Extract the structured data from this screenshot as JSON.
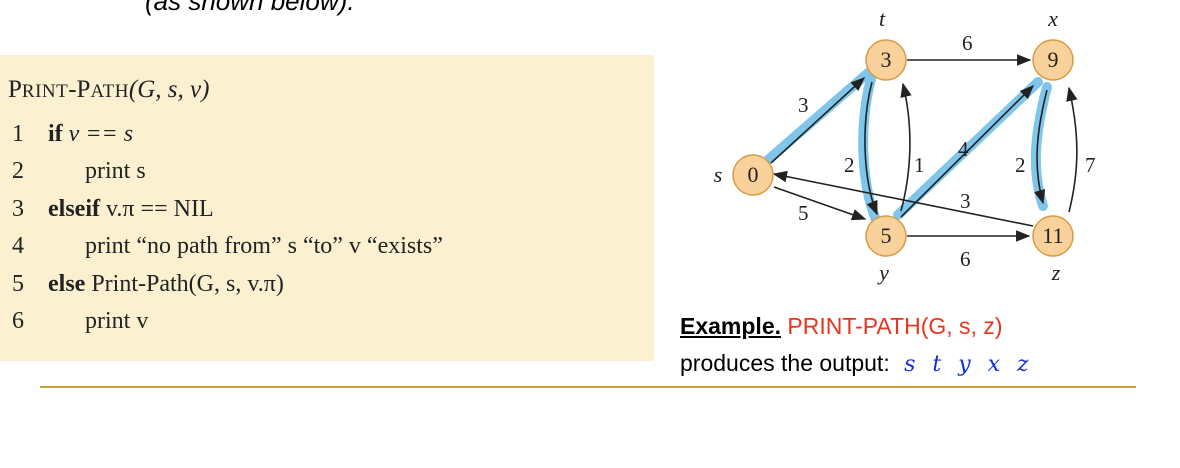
{
  "header": {
    "cut_text": "(as shown below)."
  },
  "procedure": {
    "name": "Print-Path",
    "params": "(G, s, v)",
    "lines": [
      {
        "num": "1",
        "kw": "if",
        "text": " v == s"
      },
      {
        "num": "2",
        "text": "print s"
      },
      {
        "num": "3",
        "kw": "elseif",
        "text": " v.π == NIL"
      },
      {
        "num": "4",
        "text": "print “no path from” s “to” v “exists”"
      },
      {
        "num": "5",
        "kw": "else",
        "text": " Print-Path(G, s, v.π)"
      },
      {
        "num": "6",
        "text": "print v"
      }
    ]
  },
  "graph": {
    "nodes": [
      {
        "id": "s",
        "d": "0"
      },
      {
        "id": "t",
        "d": "3"
      },
      {
        "id": "x",
        "d": "9"
      },
      {
        "id": "y",
        "d": "5"
      },
      {
        "id": "z",
        "d": "11"
      }
    ],
    "edges": [
      {
        "from": "s",
        "to": "t",
        "w": "3",
        "tree": true
      },
      {
        "from": "s",
        "to": "y",
        "w": "5",
        "tree": false
      },
      {
        "from": "t",
        "to": "x",
        "w": "6",
        "tree": false
      },
      {
        "from": "t",
        "to": "y",
        "w": "2",
        "tree": true
      },
      {
        "from": "y",
        "to": "t",
        "w": "1",
        "tree": false
      },
      {
        "from": "y",
        "to": "x",
        "w": "4",
        "tree": true
      },
      {
        "from": "y",
        "to": "z",
        "w": "6",
        "tree": false
      },
      {
        "from": "x",
        "to": "z",
        "w": "2",
        "tree": true
      },
      {
        "from": "z",
        "to": "x",
        "w": "7",
        "tree": false
      },
      {
        "from": "z",
        "to": "s",
        "w": "3",
        "tree": false
      }
    ],
    "colors": {
      "node_fill": "#f9d29b",
      "node_stroke": "#d99a47",
      "tree_highlight": "#7fc6ea",
      "edge": "#333333"
    }
  },
  "example": {
    "label": "Example.",
    "call": "PRINT-PATH(G, s, z)",
    "output_prefix": "produces the output:",
    "output": "s t y x z"
  },
  "colors": {
    "pseudo_bg": "#fbf1d1",
    "divider": "#c9a23c",
    "call_color": "#e8351f",
    "output_color": "#1030d8"
  }
}
